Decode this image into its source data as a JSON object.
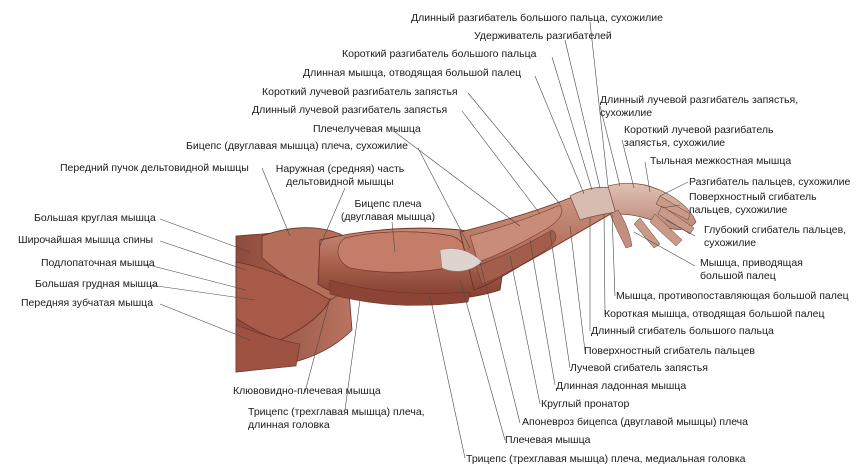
{
  "labels": {
    "ext_pollicis_longus_tendon": "Длинный разгибатель большого пальца, сухожилие",
    "extensor_retinaculum": "Удерживатель разгибателей",
    "ext_pollicis_brevis": "Короткий разгибатель большого пальца",
    "abd_pollicis_longus": "Длинная мышца, отводящая большой палец",
    "ext_carpi_rad_brevis": "Короткий лучевой разгибатель запястья",
    "ext_carpi_rad_longus": "Длинный лучевой разгибатель запястья",
    "brachioradialis": "Плечелучевая мышца",
    "biceps_tendon": "Бицепс (двуглавая мышца) плеча, сухожилие",
    "ant_deltoid": "Передний пучок дельтовидной мышцы",
    "lat_deltoid": "Наружная (средняя) часть\nдельтовидной мышцы",
    "biceps": "Бицепс плеча\n(двуглавая мышца)",
    "teres_major": "Большая круглая мышца",
    "latissimus": "Широчайшая мышца спины",
    "subscapularis": "Подлопаточная мышца",
    "pectoralis_major": "Большая грудная мышца",
    "serratus_anterior": "Передняя зубчатая мышца",
    "ecrl_tendon": "Длинный лучевой разгибатель запястья,\nсухожилие",
    "ecrb_tendon": "Короткий лучевой разгибатель\nзапястья, сухожилие",
    "dorsal_interosseous": "Тыльная межкостная мышца",
    "ext_digitorum_tendon": "Разгибатель пальцев, сухожилие",
    "fds_tendon": "Поверхностный сгибатель\nпальцев, сухожилие",
    "fdp_tendon": "Глубокий сгибатель пальцев,\nсухожилие",
    "adductor_pollicis": "Мышца, приводящая\nбольшой палец",
    "opponens_pollicis": "Мышца, противопоставляющая большой палец",
    "abd_pollicis_brevis": "Короткая мышца, отводящая большой палец",
    "fpl": "Длинный сгибатель большого пальца",
    "fds": "Поверхностный сгибатель пальцев",
    "fcr": "Лучевой сгибатель запястья",
    "palmaris_longus": "Длинная ладонная мышца",
    "pronator_teres": "Круглый пронатор",
    "bicipital_aponeurosis": "Апоневроз бицепса (двуглавой мышцы) плеча",
    "brachialis": "Плечевая мышца",
    "coracobrachialis": "Клювовидно-плечевая мышца",
    "triceps_long": "Трицепс (трехглавая мышца) плеча,\nдлинная головка",
    "triceps_medial": "Трицепс (трехглавая мышца) плеча, медиальная головка"
  }
}
